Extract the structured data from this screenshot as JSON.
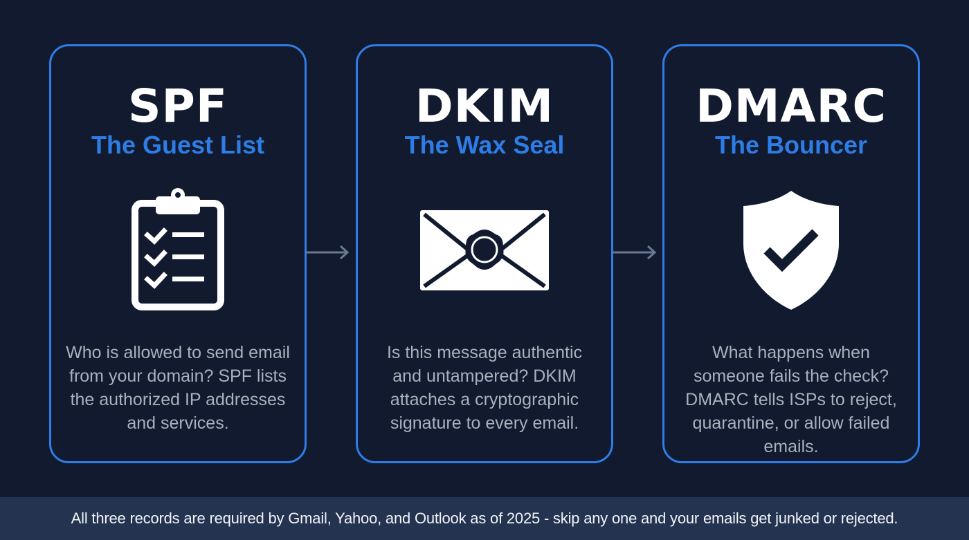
{
  "cards": [
    {
      "title": "SPF",
      "subtitle": "The Guest List",
      "icon": "clipboard-checklist-icon",
      "description": "Who is allowed to send email from your domain? SPF lists the authorized IP addresses and services."
    },
    {
      "title": "DKIM",
      "subtitle": "The Wax Seal",
      "icon": "sealed-envelope-icon",
      "description": "Is this message authentic and untampered? DKIM attaches a cryptographic signature to every email."
    },
    {
      "title": "DMARC",
      "subtitle": "The Bouncer",
      "icon": "shield-check-icon",
      "description": "What happens when someone fails the check? DMARC tells ISPs to reject, quarantine, or allow failed emails."
    }
  ],
  "connectors": [
    "arrow-right-icon",
    "arrow-right-icon"
  ],
  "footer": {
    "text": "All three records are required by Gmail, Yahoo, and Outlook as of 2025 - skip any one and your emails get junked or rejected."
  },
  "colors": {
    "background": "#111a2e",
    "card_border": "#2f7de8",
    "subtitle": "#2e7ce6",
    "title": "#ffffff",
    "description": "#a9b1be",
    "footer_bg": "#243350",
    "arrow": "#6b7a93"
  }
}
